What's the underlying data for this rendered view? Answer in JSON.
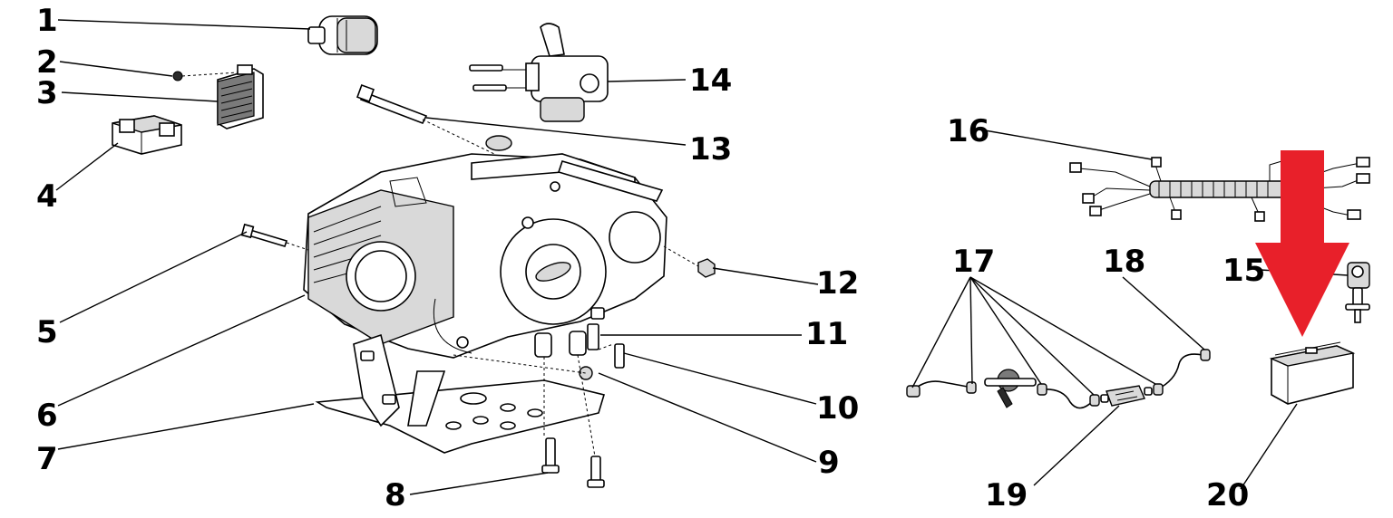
{
  "diagram": {
    "callouts": [
      {
        "id": "c1",
        "label": "1"
      },
      {
        "id": "c2",
        "label": "2"
      },
      {
        "id": "c3",
        "label": "3"
      },
      {
        "id": "c4",
        "label": "4"
      },
      {
        "id": "c5",
        "label": "5"
      },
      {
        "id": "c6",
        "label": "6"
      },
      {
        "id": "c7",
        "label": "7"
      },
      {
        "id": "c8",
        "label": "8"
      },
      {
        "id": "c9",
        "label": "9"
      },
      {
        "id": "c10",
        "label": "10"
      },
      {
        "id": "c11",
        "label": "11"
      },
      {
        "id": "c12",
        "label": "12"
      },
      {
        "id": "c13",
        "label": "13"
      },
      {
        "id": "c14",
        "label": "14"
      },
      {
        "id": "c15",
        "label": "15"
      },
      {
        "id": "c16",
        "label": "16"
      },
      {
        "id": "c17",
        "label": "17"
      },
      {
        "id": "c18",
        "label": "18"
      },
      {
        "id": "c19",
        "label": "19"
      },
      {
        "id": "c20",
        "label": "20"
      }
    ],
    "highlight_arrow": {
      "color": "#e8202a",
      "direction": "down",
      "target_callout": "20"
    }
  }
}
